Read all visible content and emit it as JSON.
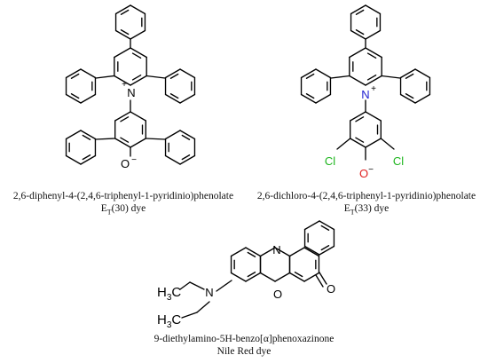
{
  "molecules": [
    {
      "name": "2,6-diphenyl-4-(2,4,6-triphenyl-1-pyridinio)phenolate",
      "dye_prefix": "E",
      "dye_sub": "T",
      "dye_suffix": "(30) dye",
      "atoms": {
        "n": "N",
        "n_charge": "+",
        "o": "O",
        "o_charge": "−"
      }
    },
    {
      "name": "2,6-dichloro-4-(2,4,6-triphenyl-1-pyridinio)phenolate",
      "dye_prefix": "E",
      "dye_sub": "T",
      "dye_suffix": "(33) dye",
      "atoms": {
        "n": "N",
        "n_charge": "+",
        "o": "O",
        "o_charge": "−",
        "cl_left": "Cl",
        "cl_right": "Cl"
      },
      "colors": {
        "chlorine": "#1db51d",
        "oxygen": "#e02020",
        "nitrogen": "#2020d0"
      }
    },
    {
      "name": "9-diethylamino-5H-benzo[α]phenoxazinone",
      "dye_line": "Nile Red dye",
      "atoms": {
        "n_ring": "N",
        "n_amine": "N",
        "o_ring": "O",
        "o_ketone": "O",
        "methyl_top_h": "H",
        "methyl_top_sub": "3",
        "methyl_top_c": "C",
        "methyl_bot_h": "H",
        "methyl_bot_sub": "3",
        "methyl_bot_c": "C"
      }
    }
  ]
}
